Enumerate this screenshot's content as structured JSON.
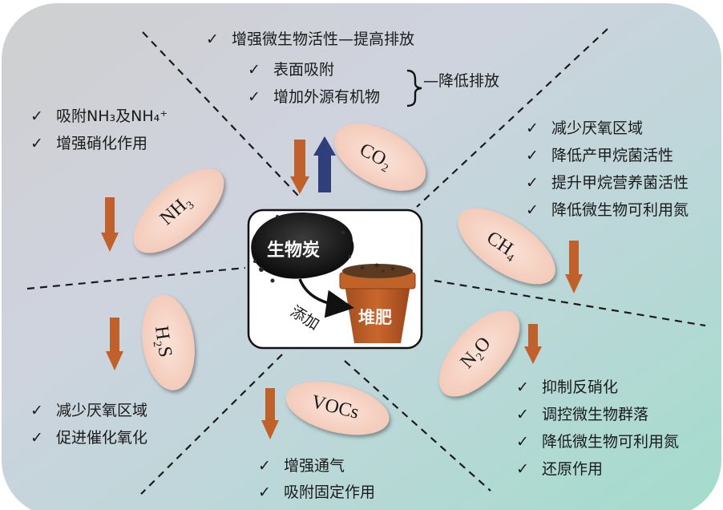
{
  "center": {
    "biochar_label": "生物炭",
    "add_label": "添加",
    "compost_label": "堆肥"
  },
  "gases": {
    "co2": "CO₂",
    "nh3": "NH₃",
    "ch4": "CH₄",
    "h2s": "H₂S",
    "n2o": "N₂O",
    "vocs": "VOCs"
  },
  "top": {
    "line1": "增强微生物活性—提高排放",
    "line2": "表面吸附",
    "line3": "增加外源有机物",
    "brace_label": "—降低排放"
  },
  "left_top": {
    "line1": "吸附NH₃及NH₄⁺",
    "line2": "增强硝化作用"
  },
  "right_top": {
    "line1": "减少厌氧区域",
    "line2": "降低产甲烷菌活性",
    "line3": "提升甲烷营养菌活性",
    "line4": "降低微生物可利用氮"
  },
  "left_bottom": {
    "line1": "减少厌氧区域",
    "line2": "促进催化氧化"
  },
  "bottom": {
    "line1": "增强通气",
    "line2": "吸附固定作用"
  },
  "right_bottom": {
    "line1": "抑制反硝化",
    "line2": "调控微生物群落",
    "line3": "降低微生物可利用氮",
    "line4": "还原作用"
  },
  "check_mark": "✓",
  "colors": {
    "arrow_down": "#c0602a",
    "arrow_up": "#2e3f7c",
    "ellipse_fill": "#f7d5c8",
    "bg_left": "#d2d2d2",
    "bg_right": "#a9ddd0"
  }
}
